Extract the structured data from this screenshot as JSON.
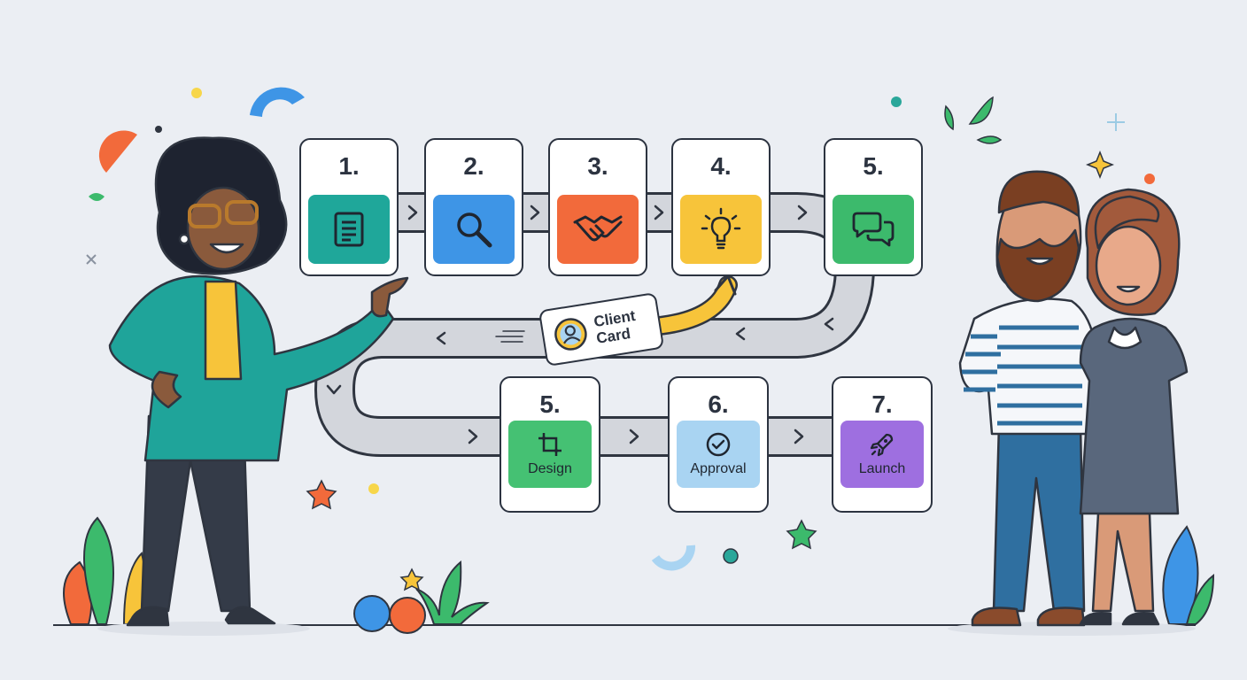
{
  "steps_top": [
    {
      "number": "1.",
      "icon": "document-icon",
      "color": "#1fa79a"
    },
    {
      "number": "2.",
      "icon": "magnifier-icon",
      "color": "#3e95e6"
    },
    {
      "number": "3.",
      "icon": "handshake-icon",
      "color": "#f26a3b"
    },
    {
      "number": "4.",
      "icon": "lightbulb-icon",
      "color": "#f7c43a"
    },
    {
      "number": "5.",
      "icon": "chat-bubbles-icon",
      "color": "#3cba6c"
    }
  ],
  "steps_bottom": [
    {
      "number": "5.",
      "label": "Design",
      "icon": "crop-icon",
      "color": "#45c173"
    },
    {
      "number": "6.",
      "label": "Approval",
      "icon": "check-circle-icon",
      "color": "#a9d4f2"
    },
    {
      "number": "7.",
      "label": "Launch",
      "icon": "rocket-icon",
      "color": "#9e6fe0"
    }
  ],
  "client_card": {
    "line1": "Client",
    "line2": "Card",
    "icon": "user-avatar-icon"
  },
  "people": [
    {
      "role": "presenter",
      "description_icon": "presenter-woman"
    },
    {
      "role": "client-man",
      "description_icon": "client-man"
    },
    {
      "role": "client-woman",
      "description_icon": "client-woman"
    }
  ]
}
